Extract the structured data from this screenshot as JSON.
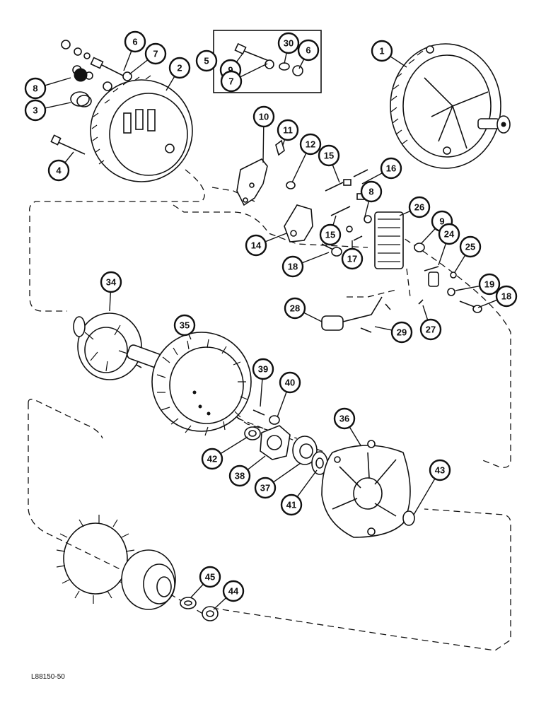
{
  "figure": {
    "drawing_code": "L88150-50"
  },
  "callouts": [
    "1",
    "2",
    "3",
    "4",
    "5",
    "6",
    "7",
    "8",
    "9",
    "30",
    "6",
    "7",
    "10",
    "11",
    "12",
    "15",
    "16",
    "8",
    "26",
    "9",
    "14",
    "15",
    "18",
    "17",
    "24",
    "25",
    "19",
    "18",
    "28",
    "29",
    "27",
    "34",
    "35",
    "39",
    "40",
    "36",
    "42",
    "38",
    "37",
    "41",
    "43",
    "45",
    "44"
  ]
}
